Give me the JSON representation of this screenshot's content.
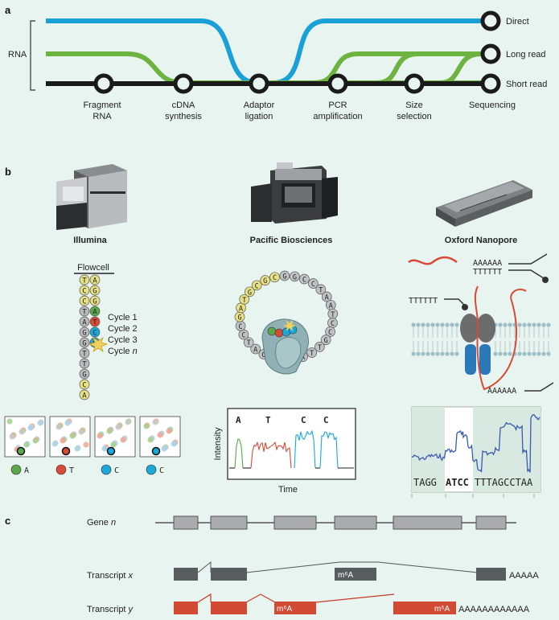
{
  "panels": {
    "a": "a",
    "b": "b",
    "c": "c"
  },
  "panel_a": {
    "rna_label": "RNA",
    "lines": [
      "Direct",
      "Long read",
      "Short read"
    ],
    "steps": [
      {
        "l1": "Fragment",
        "l2": "RNA"
      },
      {
        "l1": "cDNA",
        "l2": "synthesis"
      },
      {
        "l1": "Adaptor",
        "l2": "ligation"
      },
      {
        "l1": "PCR",
        "l2": "amplification"
      },
      {
        "l1": "Size",
        "l2": "selection"
      },
      {
        "l1": "Sequencing",
        "l2": ""
      }
    ],
    "colors": {
      "direct": "#1aa0d8",
      "long": "#6cb33f",
      "short": "#1a1a1a"
    }
  },
  "panel_b": {
    "platforms": [
      "Illumina",
      "Pacific Biosciences",
      "Oxford Nanopore"
    ],
    "flowcell": "Flowcell",
    "strand_left": [
      "T",
      "C",
      "C",
      "T",
      "A",
      "G",
      "G",
      "T",
      "T",
      "G",
      "C",
      "A"
    ],
    "strand_right": [
      "A",
      "G",
      "G",
      "A",
      "T",
      "C",
      "C"
    ],
    "cycles": [
      "Cycle 1",
      "Cycle 2",
      "Cycle 3",
      "Cycle n"
    ],
    "cluster_calls": [
      "A",
      "T",
      "C",
      "C"
    ],
    "trace_letters": [
      "A",
      "T",
      "C",
      "C"
    ],
    "intensity_label": "Intensity",
    "time_label": "Time",
    "polyA": "AAAAAA",
    "polyT": "TTTTTT",
    "primer": "TTTTTT",
    "polyA_exit": "AAAAAA",
    "seq_left": "TAGG",
    "seq_mid": "ATCC",
    "seq_right": "TTTAGCCTAA",
    "colors": {
      "A": "#5aa84a",
      "T": "#d94a35",
      "C": "#1aa8d8",
      "G": "#e8e085"
    }
  },
  "panel_c": {
    "rows": [
      {
        "label": "Gene ",
        "sub": "n"
      },
      {
        "label": "Transcript ",
        "sub": "x"
      },
      {
        "label": "Transcript ",
        "sub": "y"
      }
    ],
    "m6a": "m⁶A",
    "tail_x": "AAAAA",
    "tail_y": "AAAAAAAAAAAA"
  }
}
